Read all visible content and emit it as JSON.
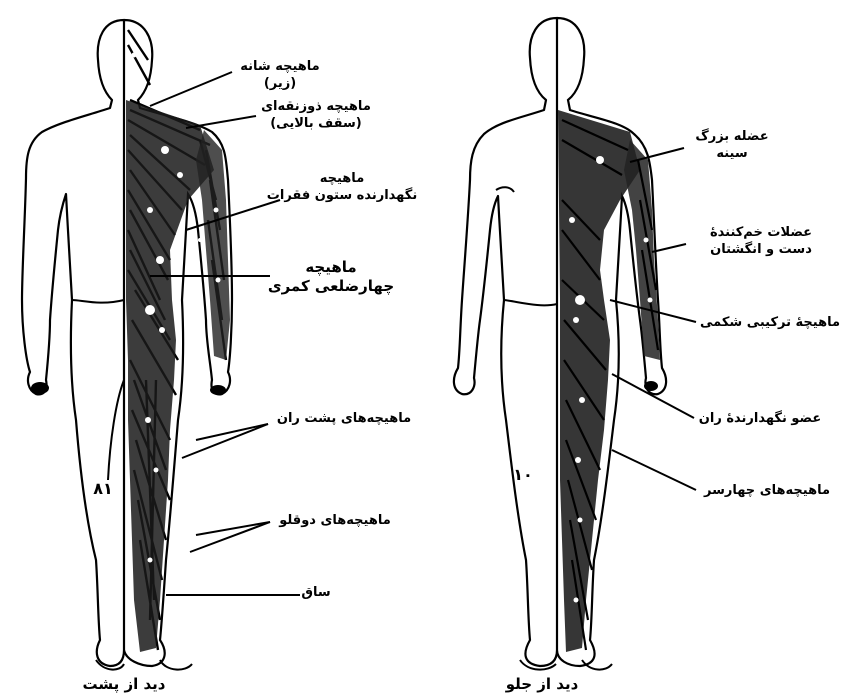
{
  "back_view": {
    "caption": "دید از پشت",
    "labels": {
      "shoulder_muscle": [
        "ماهیچه شانه",
        "(زیر)"
      ],
      "trapezius": [
        "ماهیچه ذوزنقه‌ای",
        "(سقف بالایی)"
      ],
      "spine_erector": [
        "ماهیچه",
        "نگهدارنده ستون فقرات"
      ],
      "quadratus_lumborum": [
        "ماهیچه",
        "چهارضلعی کمری"
      ],
      "hamstrings": [
        "ماهیچه‌های پشت ران"
      ],
      "calf": [
        "ماهیچه‌های دوقلو"
      ],
      "shin": [
        "ساق"
      ]
    },
    "figure_mark": "۸۱"
  },
  "front_view": {
    "caption": "دید از جلو",
    "labels": {
      "pectoral": [
        "عضله بزرگ",
        "سینه"
      ],
      "forearm_flexors": [
        "عضلات خم‌کنندهٔ",
        "دست و انگشتان"
      ],
      "abdominal": [
        "ماهیچهٔ ترکیبی شکمی"
      ],
      "thigh_adductor": [
        "عضو نگهدارندهٔ ران"
      ],
      "quadriceps": [
        "ماهیچه‌های چهارسر"
      ]
    },
    "figure_mark": "۱۰"
  },
  "colors": {
    "ink": "#000000",
    "paper": "#ffffff"
  }
}
